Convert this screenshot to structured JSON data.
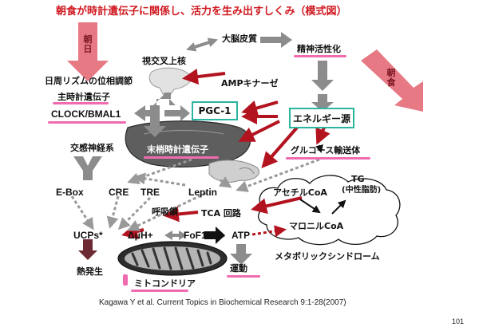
{
  "title": "朝食が時計遺伝子に関係し、活力を生み出すしくみ（模式図）",
  "side_labels": {
    "left_top": "朝日",
    "right": "朝食"
  },
  "nodes": {
    "cerebral_cortex": "大脳皮質",
    "scn": "視交叉上核",
    "mental_activation": "精神活性化",
    "circadian_phase": "日周リズムの位相調節",
    "amp_kinase": "AMPキナーゼ",
    "master_clock_gene": "主時計遺伝子",
    "clock_bmal1": "CLOCK/BMAL1",
    "pgc1": "PGC-1",
    "energy_source": "エネルギー源",
    "peripheral_clock_gene": "末梢時計遺伝子",
    "glucose_transporter": "グルコース輸送体",
    "sympathetic_nerve": "交感神経系",
    "ebox": "E-Box",
    "cre": "CRE",
    "tre": "TRE",
    "leptin": "Leptin",
    "acetyl_coa": "アセチルCoA",
    "tg": "TG",
    "neutral_fat": "(中性脂肪)",
    "respiratory_chain": "呼吸鎖",
    "tca_cycle": "TCA 回路",
    "malonyl_coa": "マロニルCoA",
    "ucps": "UCPs*",
    "delta_mu_h": "ΔμH+",
    "fof1": "FoF1",
    "atp": "ATP",
    "metabolic_syndrome": "メタボリックシンドローム",
    "heat_production": "熱発生",
    "exercise": "運動",
    "mitochondria": "ミトコンドリア"
  },
  "citation": "Kagawa Y et al. Current Topics in Biochemical Research 9:1-28(2007)",
  "page_number": "101",
  "colors": {
    "title": "#d0181f",
    "red_arrow": "#b3121f",
    "pink_accent": "#f16bb0",
    "box_border": "#2ab5a0",
    "gray_arrow": "#8c8c8c",
    "side_arrow": "#e46a78",
    "dark_arrow": "#111111"
  }
}
